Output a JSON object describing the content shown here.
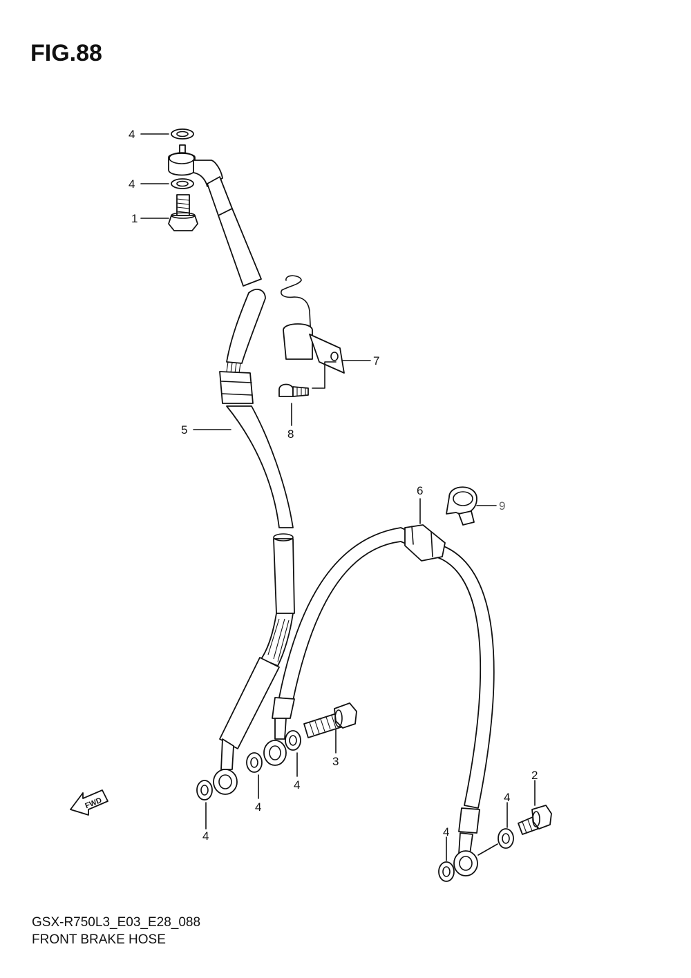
{
  "figure": {
    "title": "FIG.88"
  },
  "footer": {
    "model_code": "GSX-R750L3_E03_E28_088",
    "section_name": "FRONT BRAKE HOSE"
  },
  "direction_badge": {
    "text": "FWD",
    "icon": "fwd-arrow-icon"
  },
  "callouts": [
    {
      "id": "c4a",
      "number": "4"
    },
    {
      "id": "c4b",
      "number": "4"
    },
    {
      "id": "c1",
      "number": "1"
    },
    {
      "id": "c7",
      "number": "7"
    },
    {
      "id": "c8",
      "number": "8"
    },
    {
      "id": "c5",
      "number": "5"
    },
    {
      "id": "c6",
      "number": "6"
    },
    {
      "id": "c9",
      "number": "9"
    },
    {
      "id": "c3",
      "number": "3"
    },
    {
      "id": "c4c",
      "number": "4"
    },
    {
      "id": "c4d",
      "number": "4"
    },
    {
      "id": "c4e",
      "number": "4"
    },
    {
      "id": "c2",
      "number": "2"
    },
    {
      "id": "c4f",
      "number": "4"
    },
    {
      "id": "c4g",
      "number": "4"
    }
  ],
  "colors": {
    "line": "#111111",
    "part_fill": "#ffffff",
    "callout_9": "#666666"
  }
}
